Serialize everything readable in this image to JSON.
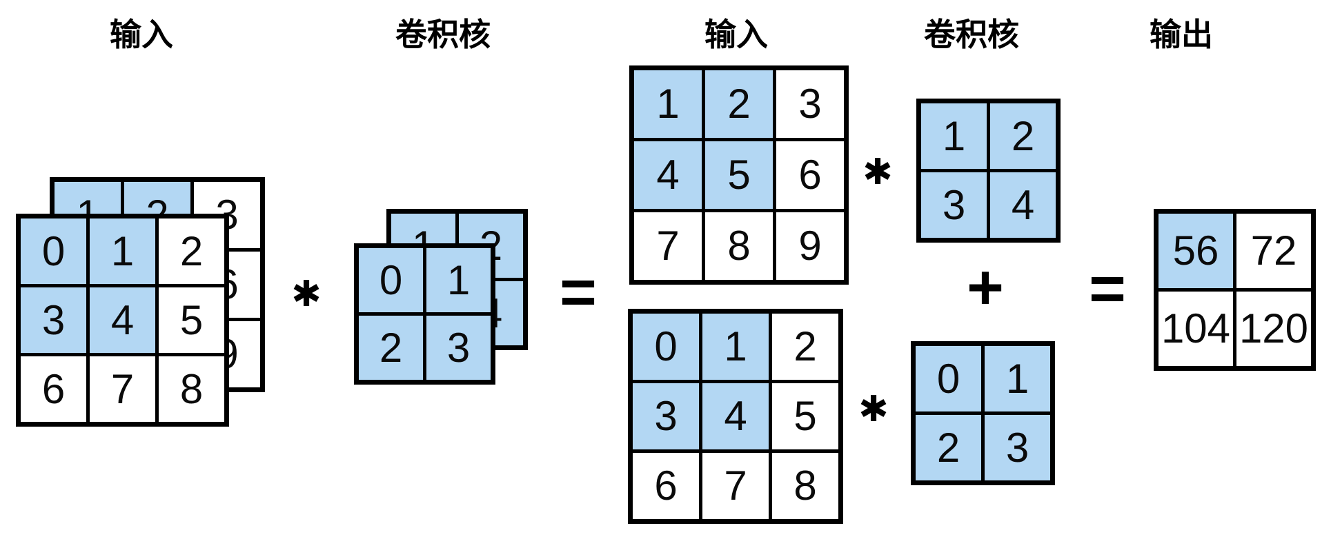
{
  "labels": {
    "input_left": "输入",
    "kernel_left": "卷积核",
    "input_mid": "输入",
    "kernel_right": "卷积核",
    "output": "输出"
  },
  "operators": {
    "conv_symbol": "✱",
    "plus_symbol": "+",
    "equals_symbol": "="
  },
  "colors": {
    "highlight": "#B3D7F3",
    "grid": "#000000",
    "cell_bg": "#FFFFFF",
    "background": "#FFFFFF"
  },
  "matrices": [
    {
      "id": "input-stack-back-channel",
      "values": [
        [
          1,
          2,
          3
        ],
        [
          4,
          5,
          6
        ],
        [
          7,
          8,
          9
        ]
      ],
      "highlight": [
        [
          1,
          1,
          0
        ],
        [
          1,
          1,
          0
        ],
        [
          0,
          0,
          0
        ]
      ]
    },
    {
      "id": "input-stack-front-channel",
      "values": [
        [
          0,
          1,
          2
        ],
        [
          3,
          4,
          5
        ],
        [
          6,
          7,
          8
        ]
      ],
      "highlight": [
        [
          1,
          1,
          0
        ],
        [
          1,
          1,
          0
        ],
        [
          0,
          0,
          0
        ]
      ]
    },
    {
      "id": "kernel-stack-back",
      "values": [
        [
          1,
          2
        ],
        [
          3,
          4
        ]
      ],
      "highlight": [
        [
          1,
          1
        ],
        [
          1,
          1
        ]
      ]
    },
    {
      "id": "kernel-stack-front",
      "values": [
        [
          0,
          1
        ],
        [
          2,
          3
        ]
      ],
      "highlight": [
        [
          1,
          1
        ],
        [
          1,
          1
        ]
      ]
    },
    {
      "id": "input-channel-1-expanded",
      "values": [
        [
          1,
          2,
          3
        ],
        [
          4,
          5,
          6
        ],
        [
          7,
          8,
          9
        ]
      ],
      "highlight": [
        [
          1,
          1,
          0
        ],
        [
          1,
          1,
          0
        ],
        [
          0,
          0,
          0
        ]
      ]
    },
    {
      "id": "input-channel-0-expanded",
      "values": [
        [
          0,
          1,
          2
        ],
        [
          3,
          4,
          5
        ],
        [
          6,
          7,
          8
        ]
      ],
      "highlight": [
        [
          1,
          1,
          0
        ],
        [
          1,
          1,
          0
        ],
        [
          0,
          0,
          0
        ]
      ]
    },
    {
      "id": "kernel-channel-1-expanded",
      "values": [
        [
          1,
          2
        ],
        [
          3,
          4
        ]
      ],
      "highlight": [
        [
          1,
          1
        ],
        [
          1,
          1
        ]
      ]
    },
    {
      "id": "kernel-channel-0-expanded",
      "values": [
        [
          0,
          1
        ],
        [
          2,
          3
        ]
      ],
      "highlight": [
        [
          1,
          1
        ],
        [
          1,
          1
        ]
      ]
    },
    {
      "id": "output-matrix",
      "values": [
        [
          56,
          72
        ],
        [
          104,
          120
        ]
      ],
      "highlight": [
        [
          1,
          0
        ],
        [
          0,
          0
        ]
      ]
    }
  ]
}
